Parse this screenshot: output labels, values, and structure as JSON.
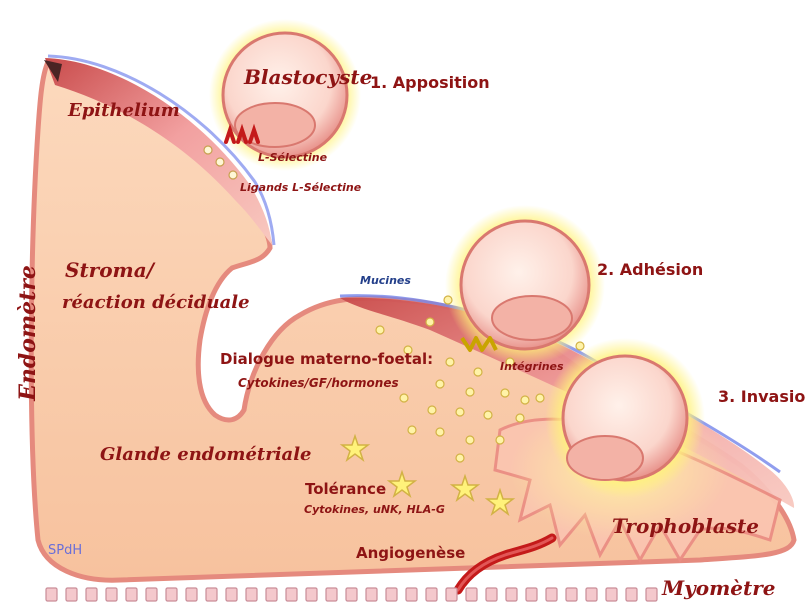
{
  "labels": {
    "blastocyste": "Blastocyste",
    "apposition": "1. Apposition",
    "adhesion": "2. Adhésion",
    "invasion": "3. Invasion",
    "epithelium": "Epithelium",
    "l_selectine": "L-Sélectine",
    "ligands": "Ligands L-Sélectine",
    "stroma_line1": "Stroma/",
    "stroma_line2": "réaction déciduale",
    "mucines": "Mucines",
    "dialogue_line1": "Dialogue materno-foetal:",
    "dialogue_line2": "Cytokines/GF/hormones",
    "integrines": "Intégrines",
    "glande": "Glande endométriale",
    "tolerance": "Tolérance",
    "tolerance_sub": "Cytokines, uNK, HLA-G",
    "angiogenese": "Angiogenèse",
    "trophoblaste": "Trophoblaste",
    "myometre": "Myomètre",
    "endometre": "Endomètre",
    "author": "SPdH"
  },
  "colors": {
    "tissue": "#fbd2b2",
    "tissue_edge": "#e4857a",
    "epithelium": "#e06a6a",
    "glow": "#fff27a",
    "label": "#8e1414",
    "mucin": "#5b6ee0",
    "vessel": "#c41a1a",
    "star": "#fff27a"
  }
}
